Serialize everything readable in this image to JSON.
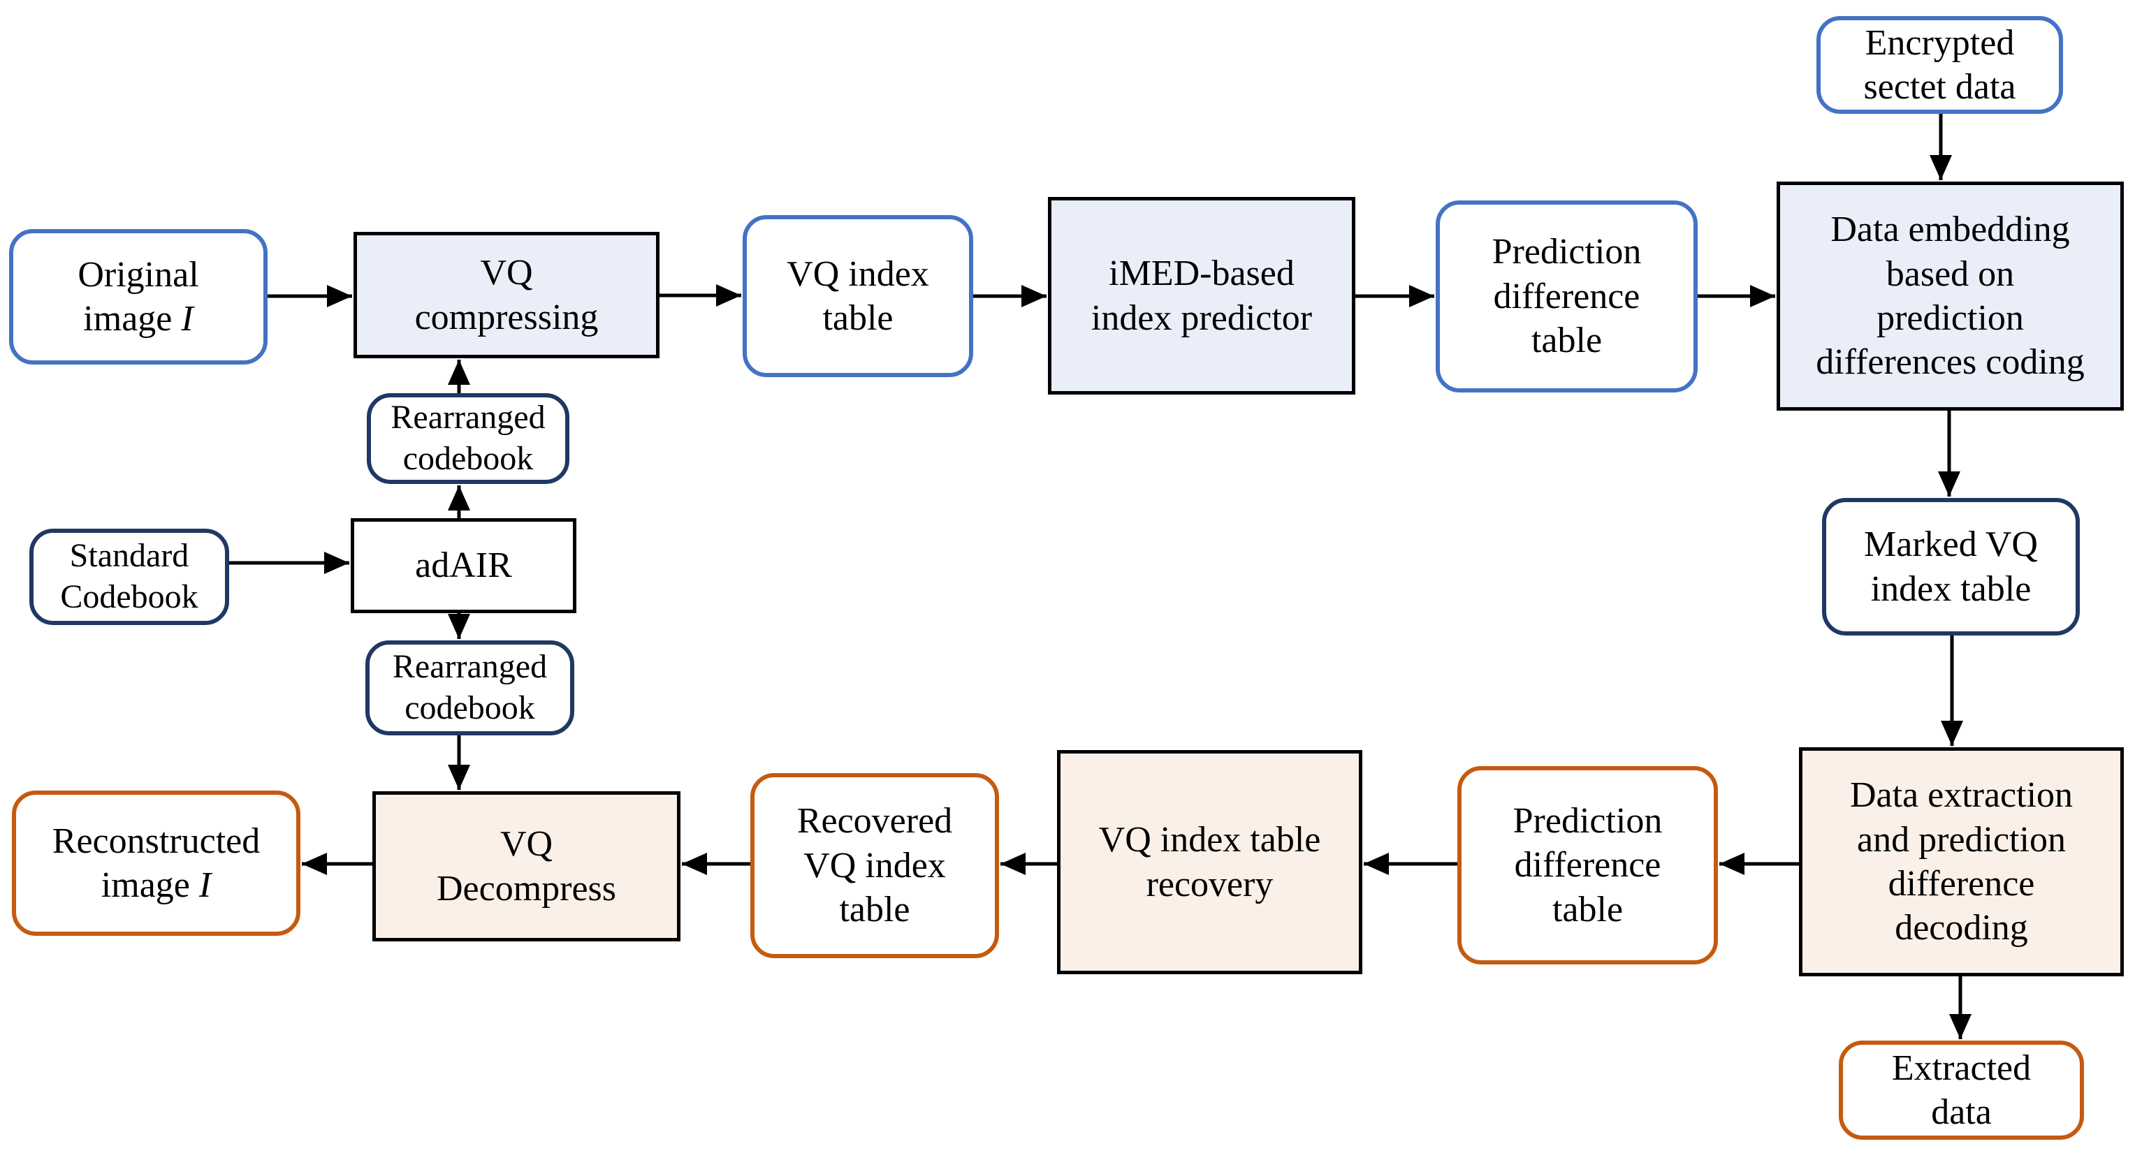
{
  "diagram": {
    "type": "flowchart",
    "colors": {
      "blue_border": "#4472C4",
      "navy_border": "#1F3864",
      "orange_border": "#C55A11",
      "blue_fill": "#E9EEF8",
      "peach_fill": "#FBF0E8",
      "arrow": "#000000",
      "background": "#FFFFFF"
    },
    "nodes": {
      "encrypted_secret_data": {
        "label": "Encrypted\nsectet data"
      },
      "original_image": {
        "label": "Original\nimage ",
        "italic": "I"
      },
      "vq_compressing": {
        "label": "VQ\ncompressing"
      },
      "vq_index_table": {
        "label": "VQ index\ntable"
      },
      "imed_predictor": {
        "label": "iMED-based\nindex predictor"
      },
      "prediction_difference_top": {
        "label": "Prediction\ndifference\ntable"
      },
      "data_embedding": {
        "label": "Data embedding\nbased on\nprediction\ndifferences coding"
      },
      "marked_vq_index_table": {
        "label": "Marked VQ\nindex table"
      },
      "data_extraction": {
        "label": "Data extraction\nand prediction\ndifference\ndecoding"
      },
      "extracted_data": {
        "label": "Extracted\ndata"
      },
      "prediction_difference_bottom": {
        "label": "Prediction\ndifference\ntable"
      },
      "vq_index_table_recovery": {
        "label": "VQ index table\nrecovery"
      },
      "recovered_vq_index_table": {
        "label": "Recovered\nVQ index\ntable"
      },
      "vq_decompress": {
        "label": "VQ\nDecompress"
      },
      "reconstructed_image": {
        "label": "Reconstructed\nimage ",
        "italic": "I"
      },
      "rearranged_codebook_top": {
        "label": "Rearranged\ncodebook"
      },
      "standard_codebook": {
        "label": "Standard\nCodebook"
      },
      "adair": {
        "label": "adAIR"
      },
      "rearranged_codebook_bottom": {
        "label": "Rearranged\ncodebook"
      }
    }
  }
}
